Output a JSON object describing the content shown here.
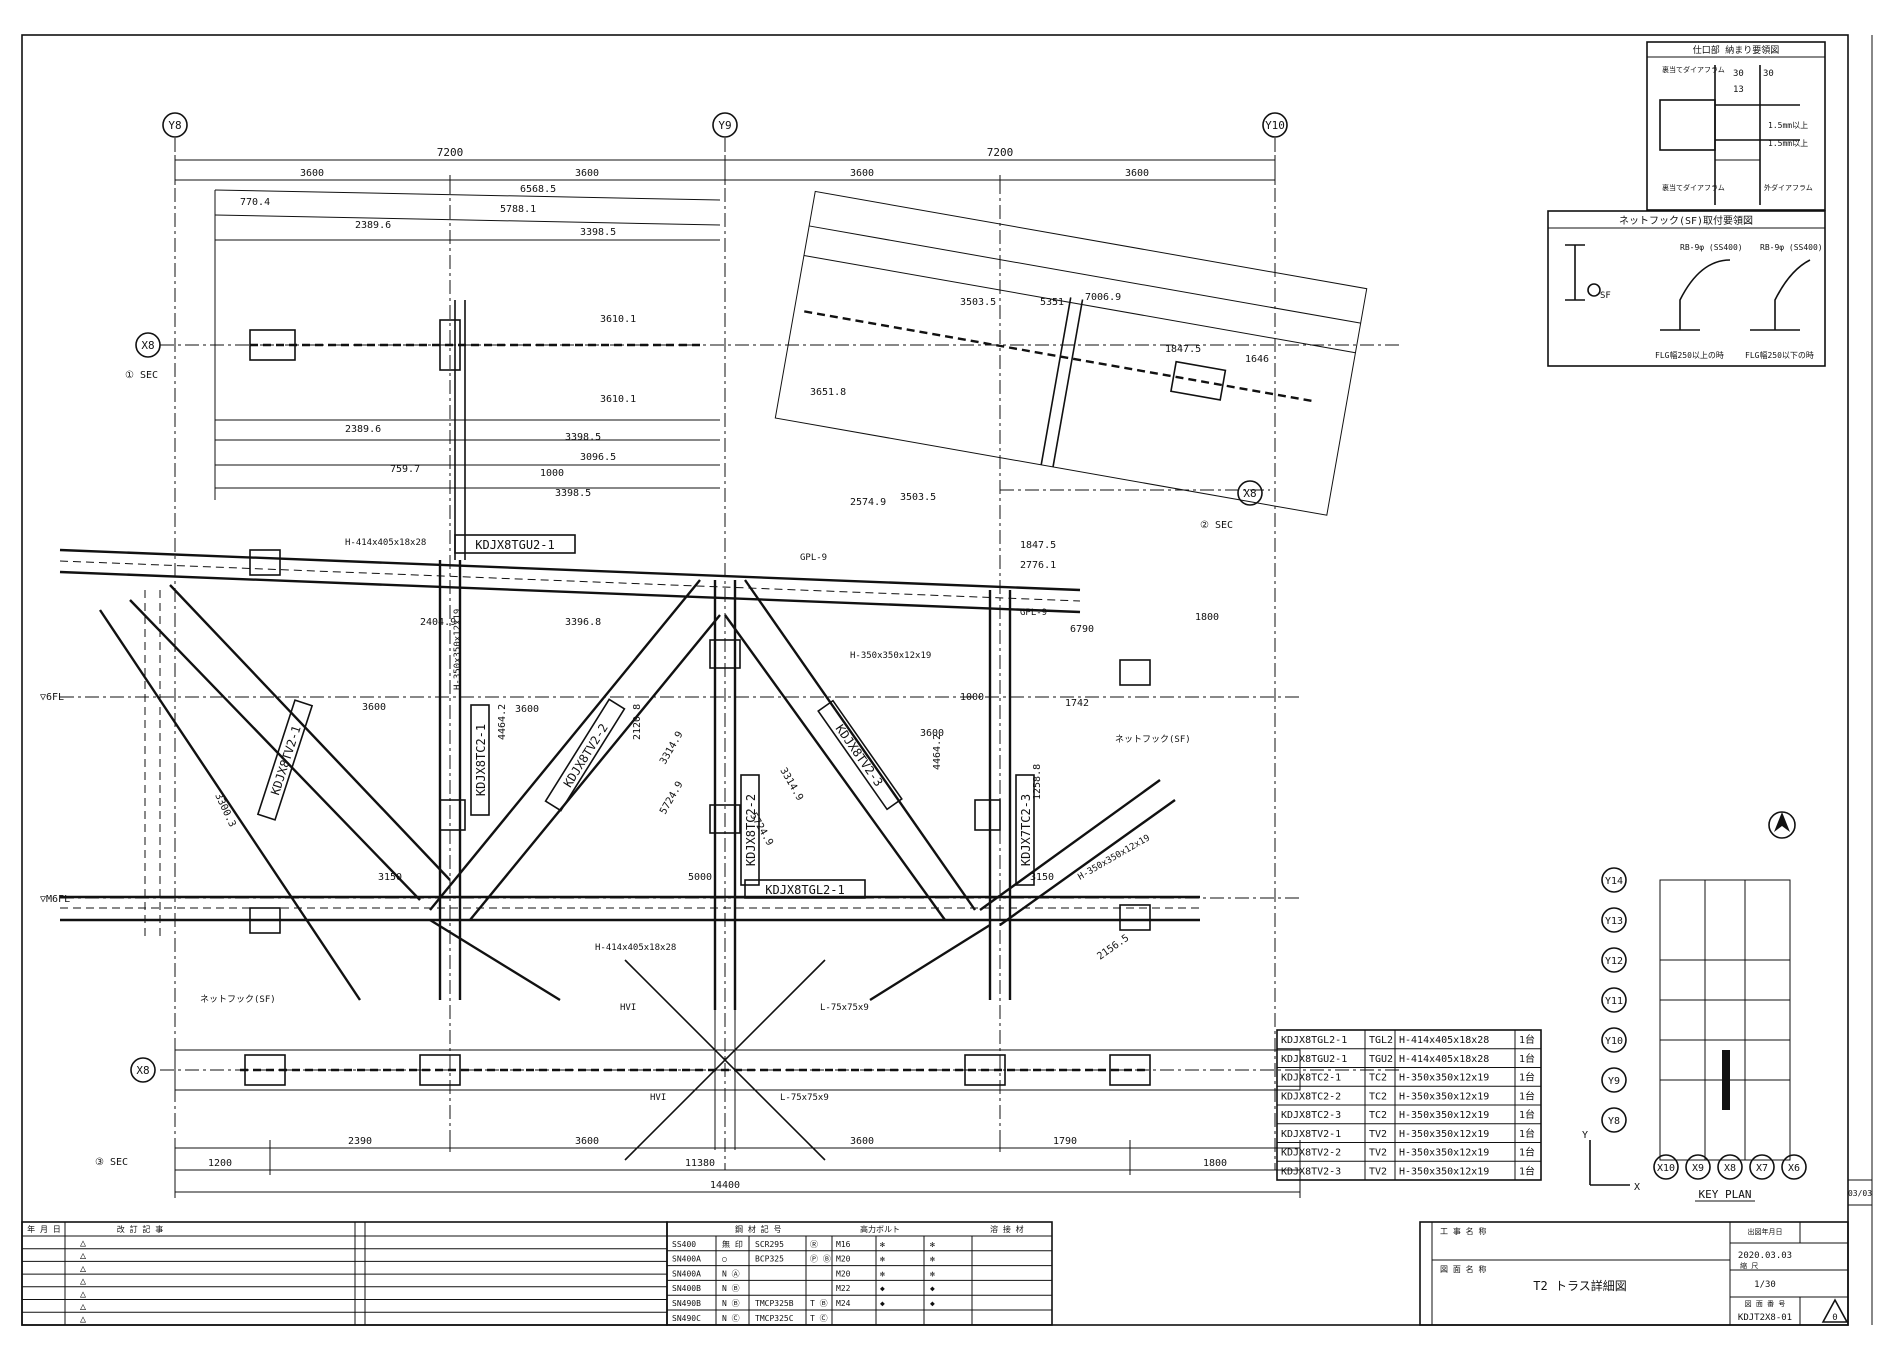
{
  "grid": {
    "y_axes": [
      "Y8",
      "Y9",
      "Y10"
    ],
    "x_axis": "X8",
    "top_dims": [
      "7200",
      "7200"
    ],
    "sub_dims": [
      "3600",
      "3600",
      "3600",
      "3600"
    ],
    "bottom_dims": [
      "1200",
      "2390",
      "3600",
      "3600",
      "1790",
      "1800"
    ],
    "bottom_mid": "11380",
    "bottom_total": "14400",
    "levels": [
      "▽6FL",
      "▽M6FL"
    ],
    "sec_marks": [
      "① SEC",
      "② SEC",
      "③ SEC"
    ]
  },
  "members": {
    "labels": [
      "KDJX8TGU2-1",
      "KDJX8TGL2-1",
      "KDJX8TV2-1",
      "KDJX8TV2-2",
      "KDJX8TV2-3",
      "KDJX8TC2-1",
      "KDJX8TC2-2",
      "KDJX7TC2-3"
    ],
    "dims": [
      "6568.5",
      "5788.1",
      "770.4",
      "2389.6",
      "3398.5",
      "3096.5",
      "759.7",
      "1000",
      "3503.5",
      "5351",
      "7006.9",
      "1847.5",
      "1646",
      "2574.9",
      "2776.1",
      "6790",
      "1800",
      "3651.8",
      "3610.1",
      "2404.9",
      "3396.8",
      "3600",
      "4464.2",
      "5724.9",
      "3314.9",
      "2120.8",
      "1258.8",
      "3300.3",
      "2156.5",
      "5000",
      "3150",
      "1742"
    ],
    "notes": [
      "H-414x405x18x28",
      "H-350x350x12x19",
      "GPL-9",
      "HVI",
      "L-75x75x9",
      "ネットフック(SF)"
    ]
  },
  "detail_top": {
    "title": "仕口部 納まり要領図",
    "dims": [
      "30",
      "30",
      "13"
    ],
    "notes": [
      "1.5mm以上",
      "1.5mm以上",
      "裏当てダイアフラム",
      "裏当てダイアフラム",
      "外ダイアフラム"
    ]
  },
  "detail_hook": {
    "title": "ネットフック(SF)取付要領図",
    "notes": [
      "RB-9φ (SS400)",
      "RB-9φ (SS400)",
      "SF"
    ],
    "captions": [
      "FLG幅250以上の時",
      "FLG幅250以下の時"
    ]
  },
  "member_table": {
    "rows": [
      [
        "KDJX8TGL2-1",
        "TGL2",
        "H-414x405x18x28",
        "1台"
      ],
      [
        "KDJX8TGU2-1",
        "TGU2",
        "H-414x405x18x28",
        "1台"
      ],
      [
        "KDJX8TC2-1",
        "TC2",
        "H-350x350x12x19",
        "1台"
      ],
      [
        "KDJX8TC2-2",
        "TC2",
        "H-350x350x12x19",
        "1台"
      ],
      [
        "KDJX8TC2-3",
        "TC2",
        "H-350x350x12x19",
        "1台"
      ],
      [
        "KDJX8TV2-1",
        "TV2",
        "H-350x350x12x19",
        "1台"
      ],
      [
        "KDJX8TV2-2",
        "TV2",
        "H-350x350x12x19",
        "1台"
      ],
      [
        "KDJX8TV2-3",
        "TV2",
        "H-350x350x12x19",
        "1台"
      ]
    ]
  },
  "key_plan": {
    "rows": [
      "Y14",
      "Y13",
      "Y12",
      "Y11",
      "Y10",
      "Y9",
      "Y8"
    ],
    "cols": [
      "X10",
      "X9",
      "X8",
      "X7",
      "X6"
    ],
    "label": "KEY PLAN",
    "axis_x": "X",
    "axis_y": "Y"
  },
  "materials": {
    "header": [
      "鋼 材 記 号",
      "高力ボルト",
      "溶 接 材"
    ],
    "rows": [
      [
        "SS400",
        "無 印",
        "SCR295",
        "Ⓡ",
        "M16",
        "✻",
        "✻"
      ],
      [
        "SN400A",
        "○",
        "BCP325",
        "Ⓟ Ⓑ",
        "M20",
        "✻",
        "✻"
      ],
      [
        "SN400A",
        "N Ⓐ",
        "",
        "",
        "M20",
        "✻",
        "✻"
      ],
      [
        "SN400B",
        "N Ⓑ",
        "",
        "",
        "M22",
        "◆",
        "◆"
      ],
      [
        "SN490B",
        "N Ⓑ",
        "TMCP325B",
        "T Ⓑ",
        "M24",
        "◆",
        "◆"
      ],
      [
        "SN490C",
        "N Ⓒ",
        "TMCP325C",
        "T Ⓒ",
        "",
        "",
        ""
      ]
    ]
  },
  "revision": {
    "header": [
      "年 月 日",
      "改 訂 記 事"
    ],
    "marks": [
      "△",
      "△",
      "△",
      "△",
      "△",
      "△",
      "△"
    ]
  },
  "title_block": {
    "project_label": "工 事 名 称",
    "drawing_name_label": "図 面 名 称",
    "drawing_name": "T2 トラス詳細図",
    "date_label": "出図年月日",
    "date": "2020.03.03",
    "scale_label": "縮 尺",
    "scale": "1/30",
    "number_label": "図 面 番 号",
    "number": "KDJT2X8-01",
    "rev": "0",
    "sheet": "03/03"
  }
}
